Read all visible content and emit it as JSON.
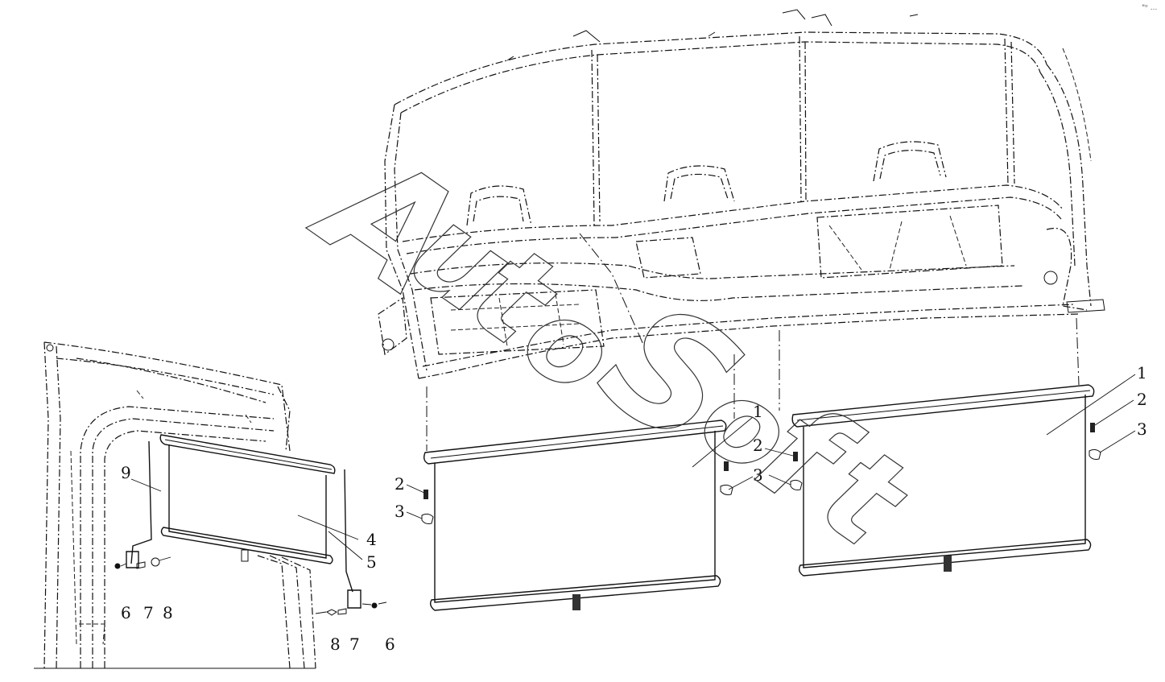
{
  "corner_mark": "\"ᵒ ...",
  "watermark": {
    "text": "AutoSoft",
    "letters": [
      "A",
      "u",
      "t",
      "o",
      "S",
      "o",
      "f",
      "t"
    ]
  },
  "callouts": {
    "left_assembly": [
      "9",
      "4",
      "5",
      "6",
      "7",
      "8",
      "8",
      "7",
      "6"
    ],
    "middle_assembly": [
      "1",
      "2",
      "3",
      "2",
      "3"
    ],
    "right_assembly": [
      "1",
      "2",
      "3"
    ]
  },
  "parts": [
    {
      "id": "1",
      "label": "1"
    },
    {
      "id": "2",
      "label": "2"
    },
    {
      "id": "3",
      "label": "3"
    },
    {
      "id": "4",
      "label": "4"
    },
    {
      "id": "5",
      "label": "5"
    },
    {
      "id": "6",
      "label": "6"
    },
    {
      "id": "7",
      "label": "7"
    },
    {
      "id": "8",
      "label": "8"
    },
    {
      "id": "9",
      "label": "9"
    }
  ]
}
